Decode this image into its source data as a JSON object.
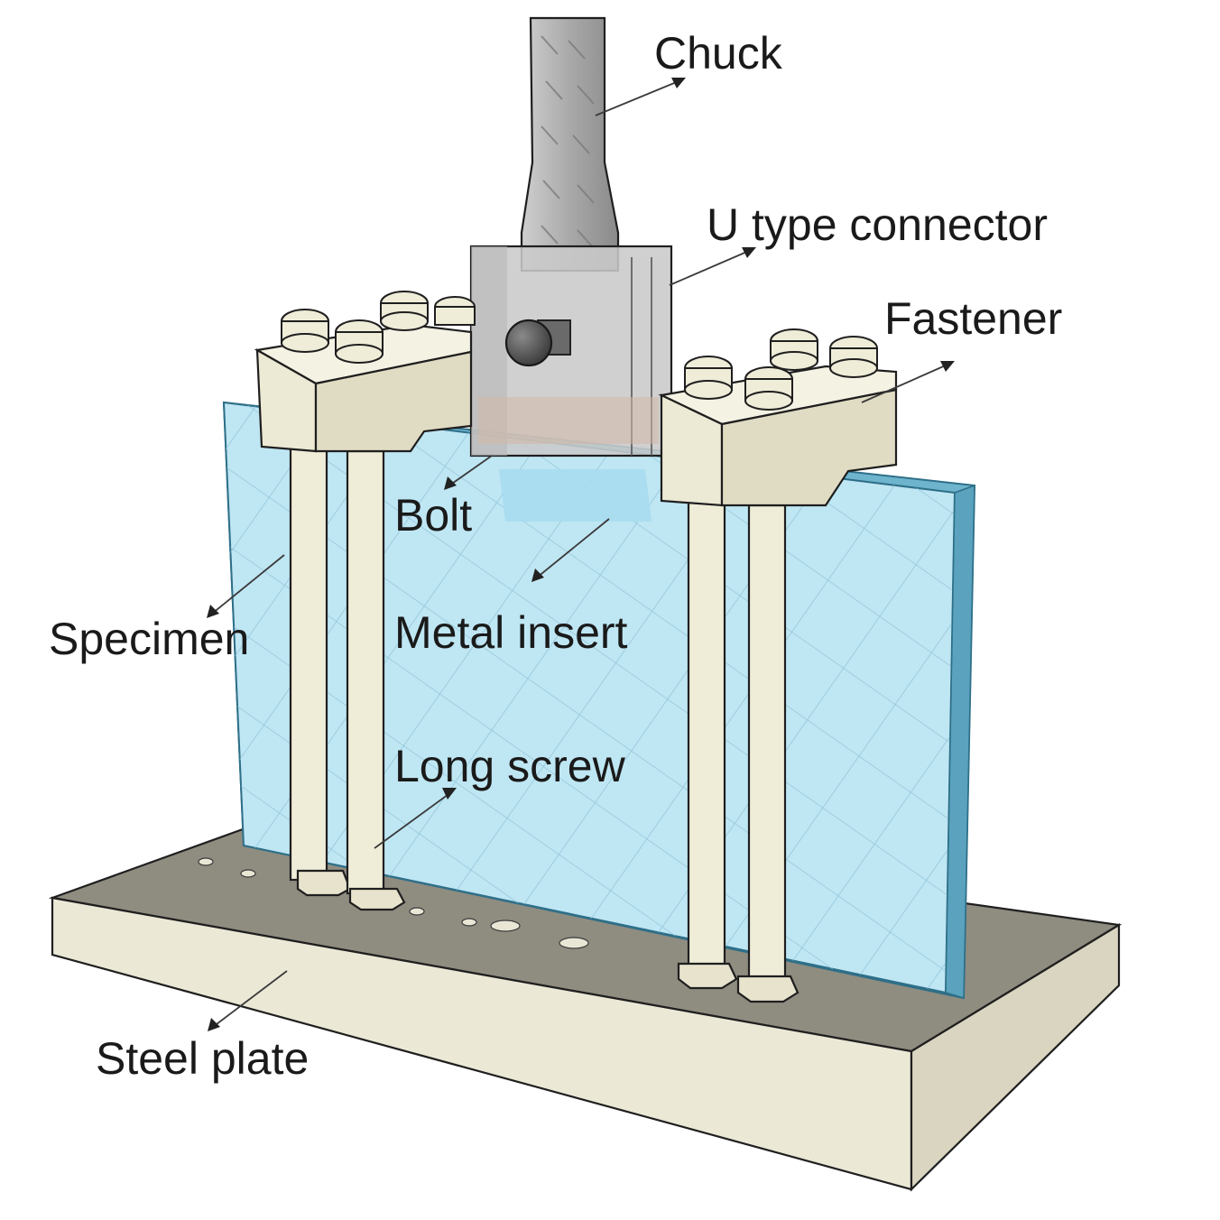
{
  "labels": {
    "chuck": "Chuck",
    "u_connector": "U type connector",
    "fastener": "Fastener",
    "bolt": "Bolt",
    "specimen": "Specimen",
    "metal_insert": "Metal insert",
    "long_screw": "Long screw",
    "steel_plate": "Steel plate"
  },
  "colors": {
    "glass": "#bfe6f3",
    "glass_edge": "#4b9db8",
    "plate_top": "#8f8c80",
    "plate_side": "#ebe8d6",
    "fastener": "#ece9d4",
    "screw": "#efecd8",
    "chuck": "#a8a8a8",
    "connector": "#c9c9c9"
  }
}
